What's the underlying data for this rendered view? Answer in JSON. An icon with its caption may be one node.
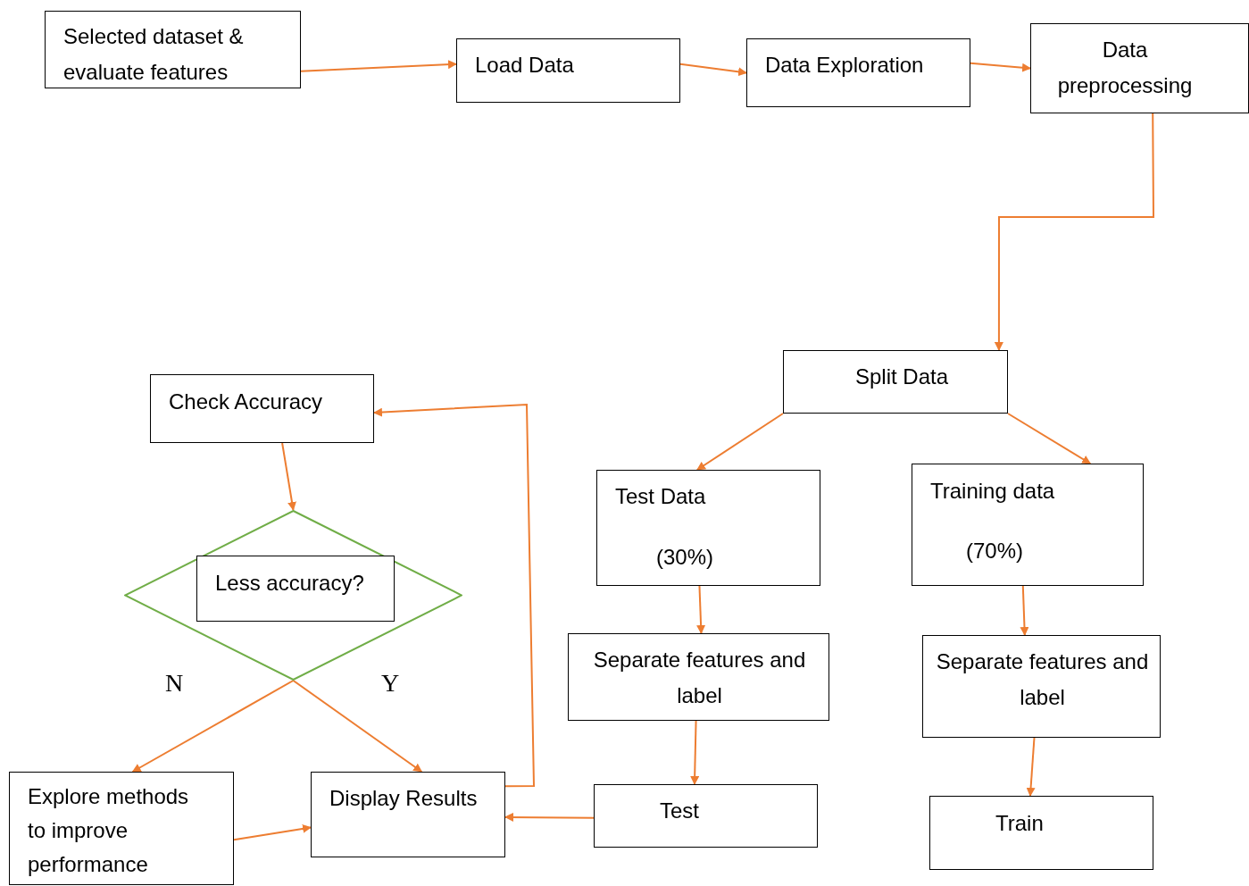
{
  "diagram": {
    "nodes": [
      {
        "text": [
          "Selected dataset & evaluate features"
        ]
      },
      {
        "text": [
          "Load Data"
        ]
      },
      {
        "text": [
          "Data Exploration"
        ]
      },
      {
        "text": [
          "Data preprocessing"
        ]
      },
      {
        "text": [
          "Split Data"
        ]
      },
      {
        "text": [
          "Test Data",
          "(30%)"
        ]
      },
      {
        "text": [
          "Training data",
          "(70%)"
        ]
      },
      {
        "text": [
          "Separate features and label"
        ]
      },
      {
        "text": [
          "Separate features and label"
        ]
      },
      {
        "text": [
          "Test"
        ]
      },
      {
        "text": [
          "Train"
        ]
      },
      {
        "text": [
          "Display Results"
        ]
      },
      {
        "text": [
          "Check Accuracy"
        ]
      },
      {
        "text": [],
        "shape": "diamond"
      },
      {
        "text": [
          "Less accuracy?"
        ],
        "in": 13
      },
      {
        "text": [
          "Explore methods to improve performance"
        ]
      }
    ],
    "edges": [
      {
        "from": 0,
        "to": 1,
        "arrow": "to"
      },
      {
        "from": 1,
        "to": 2,
        "arrow": "to"
      },
      {
        "from": 2,
        "to": 3,
        "arrow": "to"
      },
      {
        "from": 3,
        "to": 4,
        "arrow": "to"
      },
      {
        "from": 4,
        "to": 5,
        "arrow": "to"
      },
      {
        "from": 4,
        "to": 6,
        "arrow": "to"
      },
      {
        "from": 5,
        "to": 7,
        "arrow": "to"
      },
      {
        "from": 6,
        "to": 8,
        "arrow": "to"
      },
      {
        "from": 7,
        "to": 9,
        "arrow": "to"
      },
      {
        "from": 8,
        "to": 10,
        "arrow": "to"
      },
      {
        "from": 9,
        "to": 11,
        "arrow": "to"
      },
      {
        "from": 11,
        "to": 12,
        "arrow": "to"
      },
      {
        "from": 12,
        "to": 13,
        "arrow": "to"
      },
      {
        "from": 13,
        "to": 15,
        "arrow": "to",
        "label": "N"
      },
      {
        "from": 13,
        "to": 11,
        "arrow": "to",
        "label": "Y"
      },
      {
        "from": 15,
        "to": 11,
        "arrow": "to"
      }
    ]
  }
}
